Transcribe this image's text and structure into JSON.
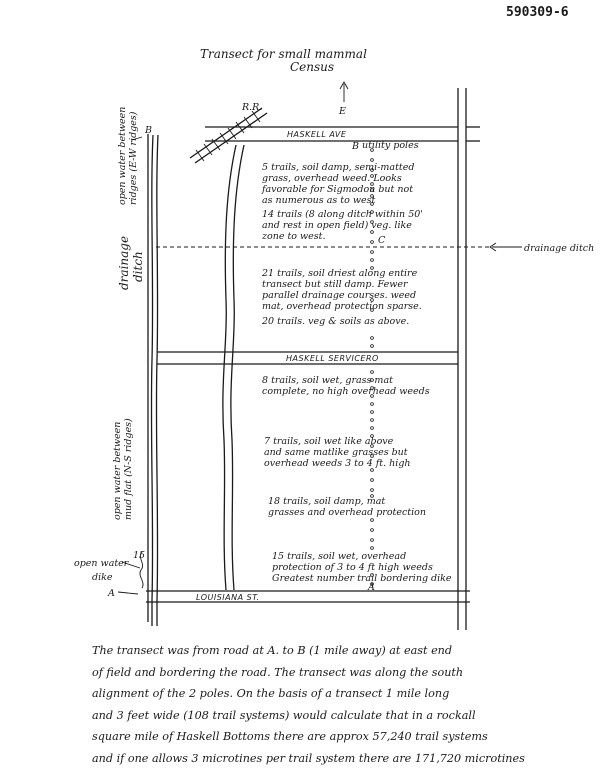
{
  "doc_id": "590309-6",
  "title": [
    "Transect for small mammal",
    "Census"
  ],
  "north": {
    "arrow": "↑",
    "letter": "E"
  },
  "labels": {
    "rr": "R.R.",
    "haskell_ave": "HASKELL AVE",
    "utility_poles": "utility poles",
    "point_b_left": "B",
    "point_b": "B",
    "point_c": "C",
    "point_a": "A",
    "point_a_left": "A",
    "haskell_servicero": "HASKELL SERVICERO",
    "louisiana_st": "LOUISIANA ST.",
    "drainage_ditch": "drainage ditch",
    "drainage_ditch_vert": [
      "drainage",
      "ditch"
    ],
    "open_water_top": [
      "open water between",
      "ridges (E-W ridges)"
    ],
    "open_water_mid": [
      "open water between",
      "mud flat (N-S ridges)"
    ],
    "open_water_dike": [
      "open water",
      "dike"
    ],
    "mark_15": "15"
  },
  "segments": [
    {
      "lines": [
        "5 trails, soil damp, semi-matted",
        "grass, overhead weed. Looks",
        "favorable for Sigmodon but not",
        "as numerous as to west"
      ]
    },
    {
      "lines": [
        "14 trails (8 along ditch within 50'",
        "and rest in open field) veg. like",
        "zone to west."
      ]
    },
    {
      "lines": [
        "21 trails, soil driest along entire",
        "transect but still damp. Fewer",
        "parallel drainage courses. weed",
        "mat, overhead protection sparse."
      ]
    },
    {
      "lines": [
        "20 trails.   veg & soils as above."
      ]
    },
    {
      "lines": [
        "8 trails, soil wet, grass mat",
        "complete, no high overhead weeds"
      ]
    },
    {
      "lines": [
        "7 trails, soil wet like above",
        "and same matlike grasses but",
        "overhead weeds 3 to 4 ft. high"
      ]
    },
    {
      "lines": [
        "18 trails, soil damp, mat",
        "grasses and overhead protection"
      ]
    },
    {
      "lines": [
        "15 trails, soil wet, overhead",
        "protection of 3 to 4 ft high weeds",
        "Greatest number trail bordering dike"
      ]
    }
  ],
  "footnote": [
    "The transect was from road at A. to B (1 mile away) at east end",
    "of field and bordering the road.  The transect was along the south",
    "alignment of the 2 poles.  On the basis of a transect 1 mile long",
    "and 3 feet wide (108 trail systems) would calculate that in a rockall",
    "square mile of Haskell Bottoms there are approx 57,240 trail systems",
    "and if one allows 3 microtines per trail system there are 171,720 microtines"
  ]
}
